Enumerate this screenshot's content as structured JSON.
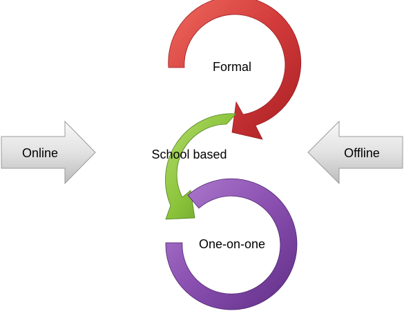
{
  "diagram": {
    "left_arrow": {
      "label": "Online",
      "color": "#e8e8e8"
    },
    "right_arrow": {
      "label": "Offline",
      "color": "#e8e8e8"
    },
    "cycles": [
      {
        "label": "Formal",
        "color": "#d23a3a"
      },
      {
        "label": "School based",
        "color": "#8cc43c"
      },
      {
        "label": "One-on-one",
        "color": "#8a4fb0"
      }
    ]
  }
}
